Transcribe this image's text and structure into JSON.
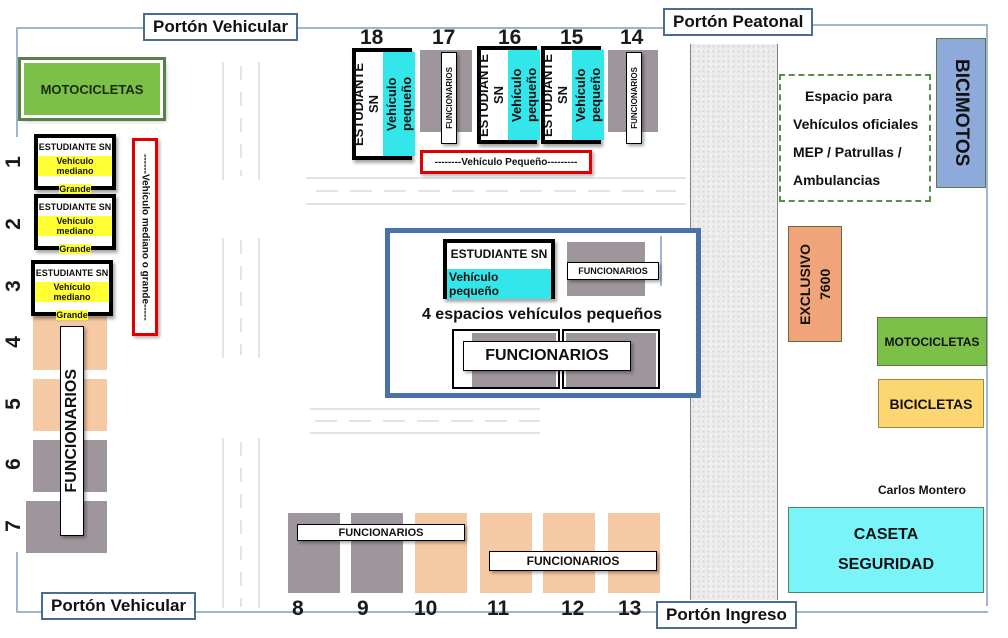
{
  "gates": {
    "top_left": "Portón Vehicular",
    "top_right": "Portón Peatonal",
    "bottom_left": "Portón Vehicular",
    "bottom_right": "Portón Ingreso"
  },
  "left_zone": {
    "motos_label": "MOTOCICLETAS",
    "stall_numbers": [
      "1",
      "2",
      "3",
      "4",
      "5",
      "6",
      "7"
    ],
    "student_stalls": [
      {
        "line1": "ESTUDIANTE SN",
        "line2": "Vehículo mediano",
        "line3": "Grande"
      },
      {
        "line1": "ESTUDIANTE SN",
        "line2": "Vehículo mediano",
        "line3": "Grande"
      },
      {
        "line1": "ESTUDIANTE SN",
        "line2": "Vehículo mediano",
        "line3": "Grande"
      }
    ],
    "staff_label": "FUNCIONARIOS",
    "lane_label": "------Vehículo mediano o grande-----"
  },
  "top_row": {
    "stall_numbers": [
      "18",
      "17",
      "16",
      "15",
      "14"
    ],
    "student_line1": "ESTUDIANTE SN",
    "student_line2": "Vehículo pequeño",
    "staff_label": "FUNCIONARIOS",
    "lane_label": "--------Vehículo Pequeño---------"
  },
  "center_block": {
    "student_line1": "ESTUDIANTE SN",
    "student_line2": "Vehículo pequeño",
    "staff_small_label": "FUNCIONARIOS",
    "caption": "4 espacios vehículos pequeños",
    "staff_large_label": "FUNCIONARIOS"
  },
  "bottom_row": {
    "stall_numbers": [
      "8",
      "9",
      "10",
      "11",
      "12",
      "13"
    ],
    "staff_label_left": "FUNCIONARIOS",
    "staff_label_right": "FUNCIONARIOS"
  },
  "right_zone": {
    "official_space": [
      "Espacio para",
      "Vehículos oficiales",
      "MEP / Patrullas /",
      "Ambulancias"
    ],
    "bicimotos": "BICIMOTOS",
    "exclusive_line1": "EXCLUSIVO",
    "exclusive_line2": "7600",
    "motos_label": "MOTOCICLETAS",
    "bikes_label": "BICICLETAS",
    "guard_name": "Carlos Montero",
    "guard_line1": "CASETA",
    "guard_line2": "SEGURIDAD"
  },
  "colors": {
    "student_small_highlight": "#33e6ea",
    "student_medium_highlight": "#ffff33",
    "staff_gray": "#9e969c",
    "staff_tan": "#f4c9a3",
    "lane_red": "#e00000",
    "center_frame": "#4a72a6",
    "motos_green": "#7cc04a",
    "bikes_yellow": "#fcd670",
    "bicimotos_blue": "#8eaadb",
    "exclusive_orange": "#f1a47a",
    "guard_cyan": "#7af3f9"
  }
}
